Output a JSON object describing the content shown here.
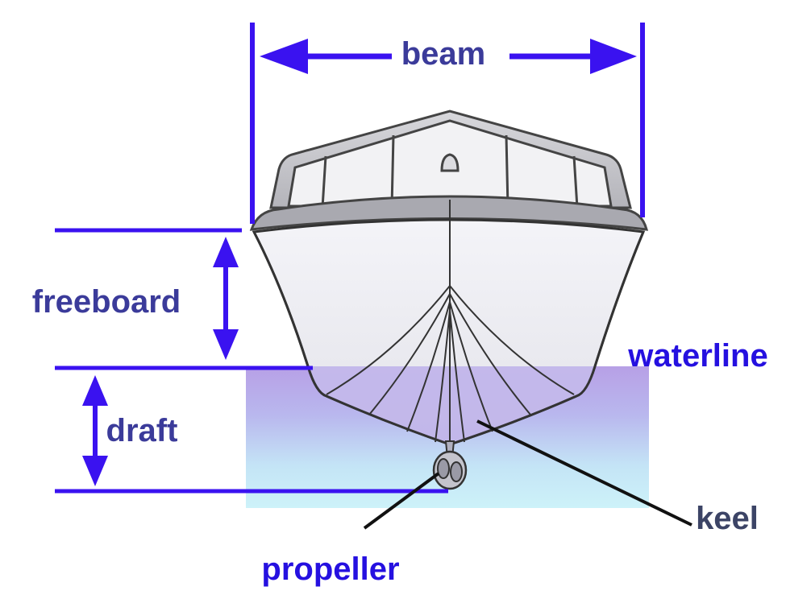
{
  "labels": {
    "beam": "beam",
    "freeboard": "freeboard",
    "draft": "draft",
    "waterline": "waterline",
    "keel": "keel",
    "propeller": "propeller"
  },
  "colors": {
    "dimension": "#3a12f0",
    "label_dark": "#3b3b9a",
    "label_bright": "#2510e0",
    "keel_label": "#3c4466",
    "hull_outline": "#333333",
    "water_top": "#b9a4e8",
    "water_bottom": "#cdf0f8",
    "pointer": "#111111"
  }
}
